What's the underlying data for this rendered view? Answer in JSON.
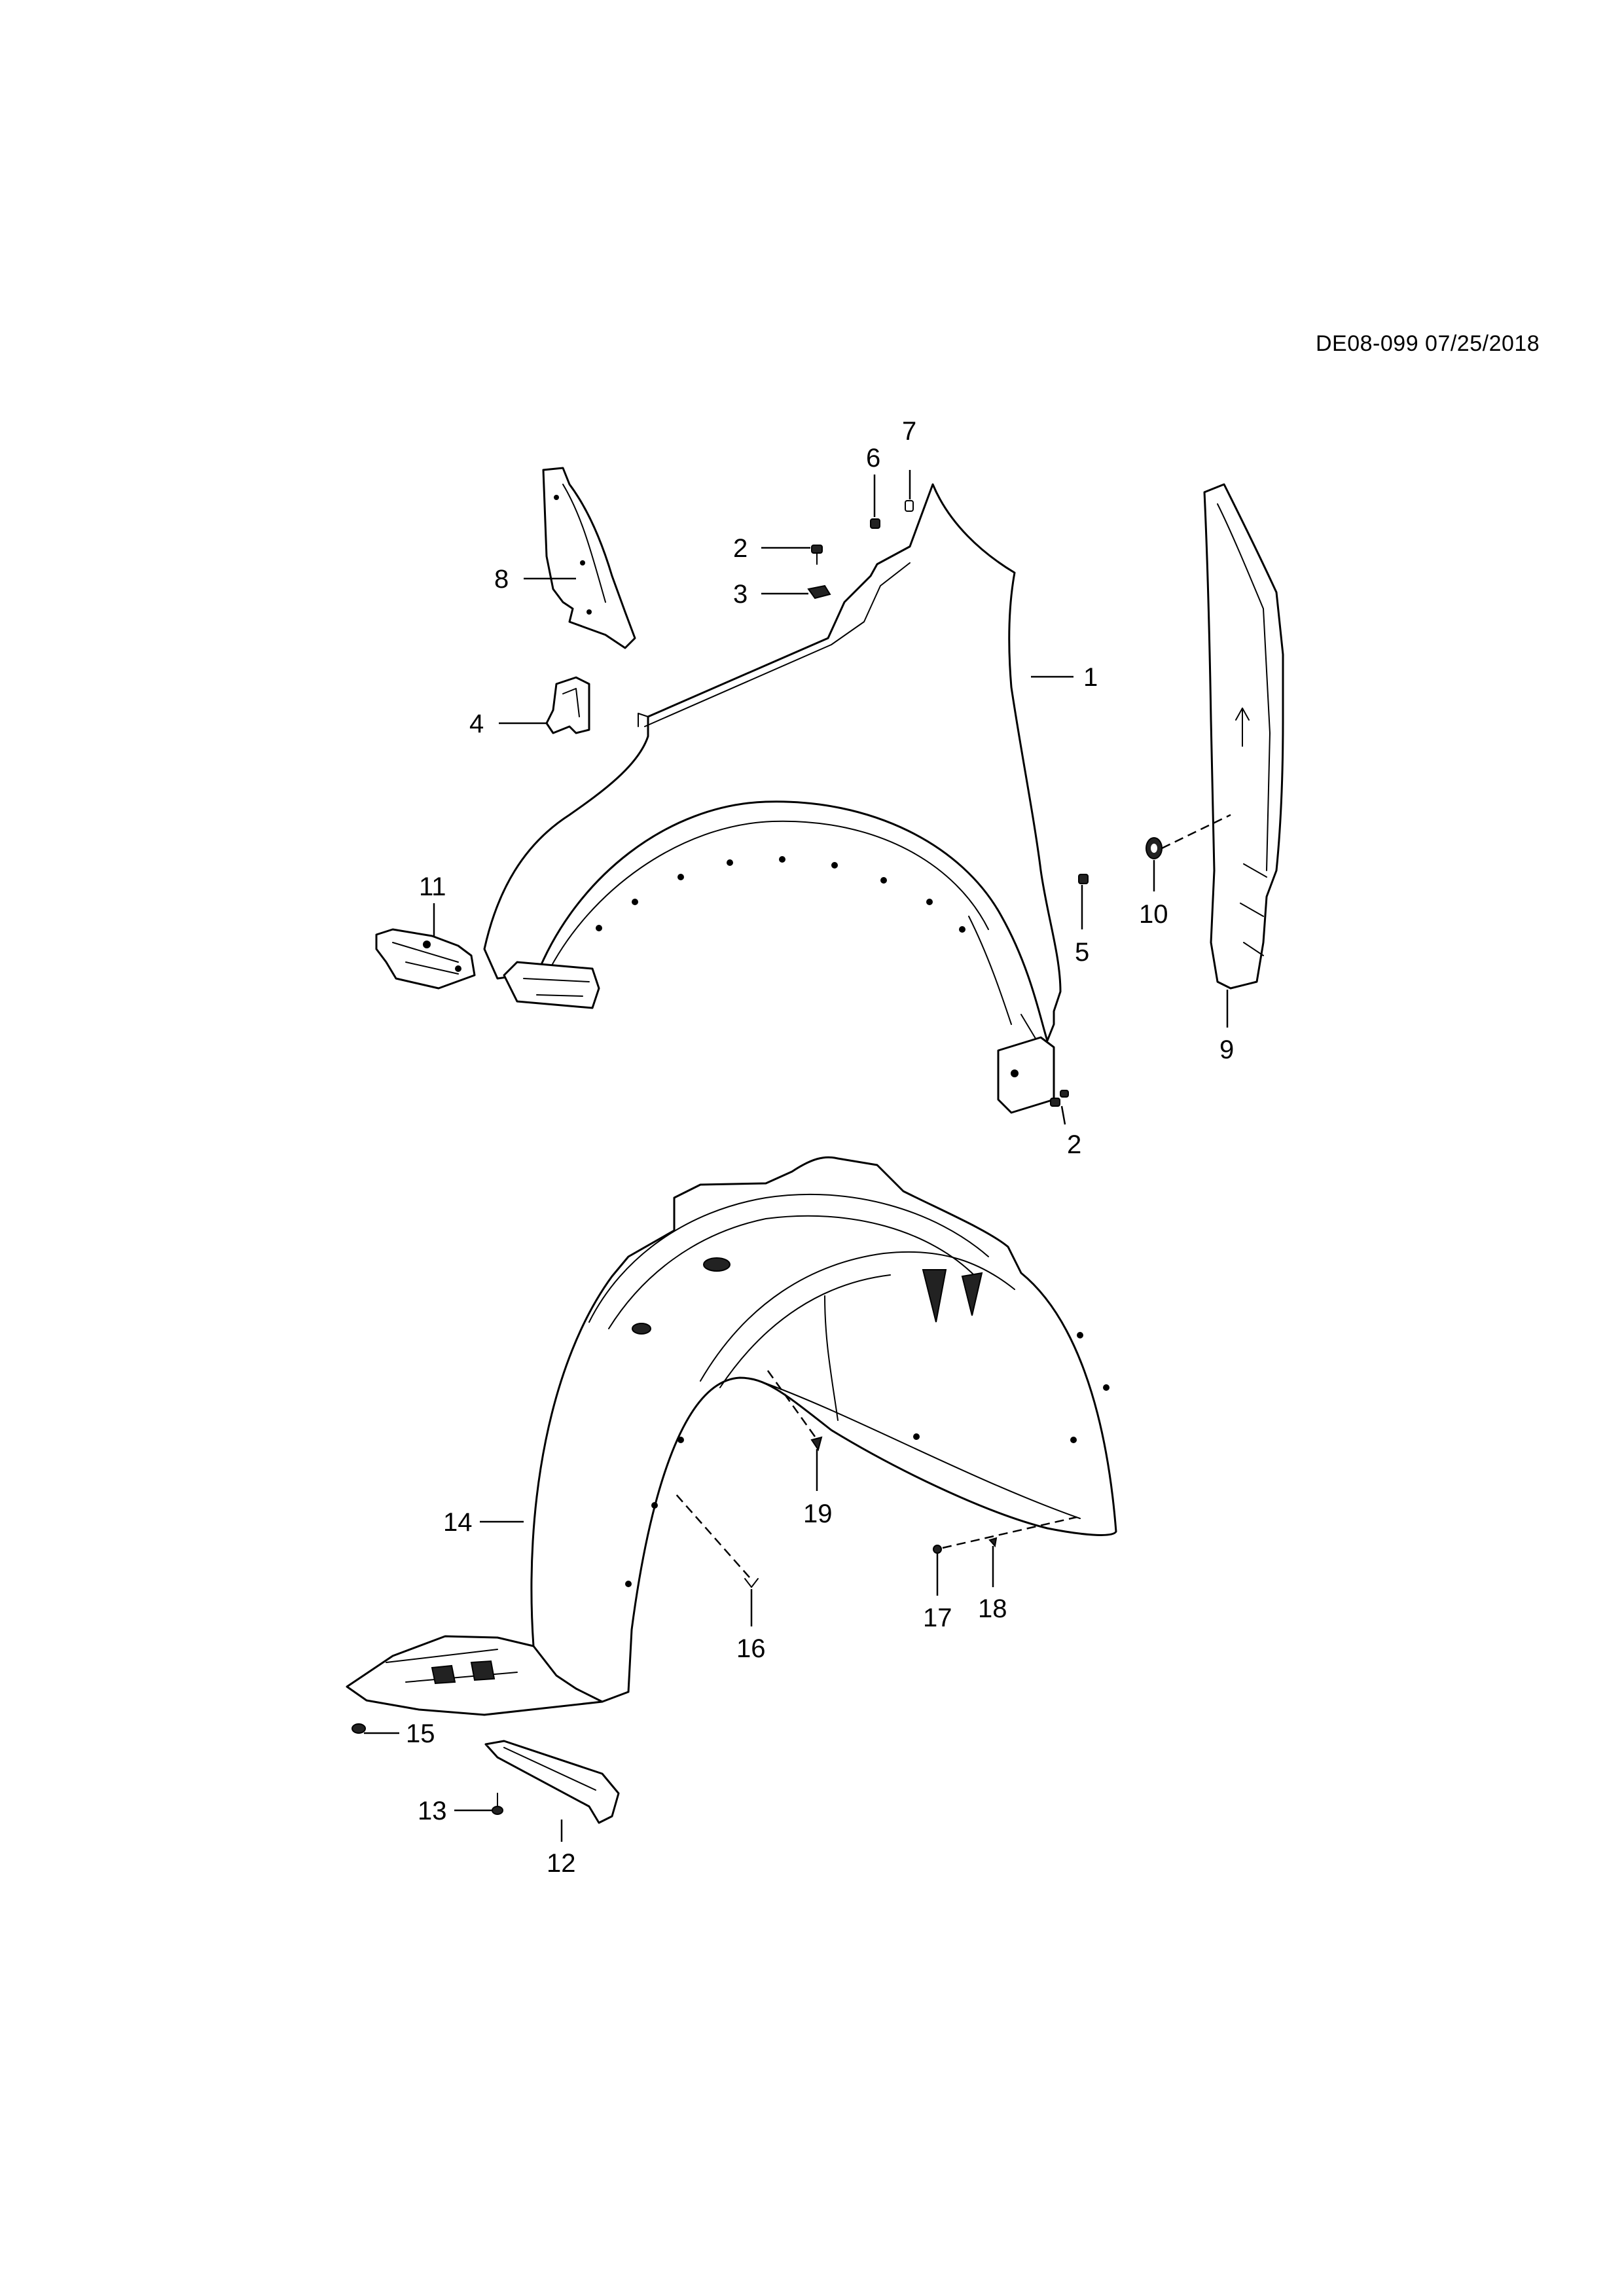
{
  "reference": "DE08-099 07/25/2018",
  "callouts": {
    "c1": "1",
    "c2a": "2",
    "c2b": "2",
    "c3": "3",
    "c4": "4",
    "c5": "5",
    "c6": "6",
    "c7": "7",
    "c8": "8",
    "c9": "9",
    "c10": "10",
    "c11": "11",
    "c12": "12",
    "c13": "13",
    "c14": "14",
    "c15": "15",
    "c16": "16",
    "c17": "17",
    "c18": "18",
    "c19": "19"
  }
}
